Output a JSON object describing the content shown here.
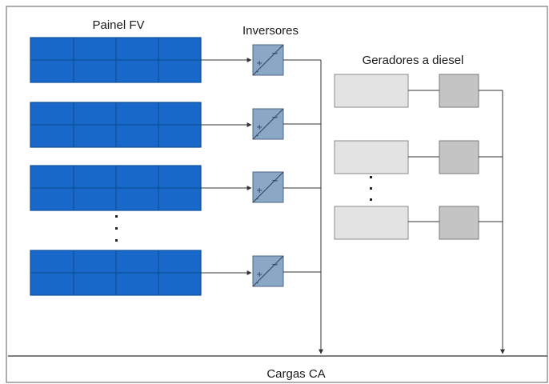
{
  "diagram": {
    "labels": {
      "pv_panel": "Painel FV",
      "inverters": "Inversores",
      "diesel_generators": "Geradores a diesel",
      "ac_loads": "Cargas CA"
    },
    "pv_rows": 4,
    "diesel_rows": 3,
    "colors": {
      "panel_fill": "#1768c8",
      "panel_grid": "#0f4f9c",
      "inverter_fill": "#8aa7c6",
      "generator_fill": "#e3e3e3",
      "controller_fill": "#c4c4c4",
      "line": "#333333",
      "frame": "#777777"
    },
    "icons": [
      "inverter-icon",
      "ellipsis-dots"
    ]
  }
}
